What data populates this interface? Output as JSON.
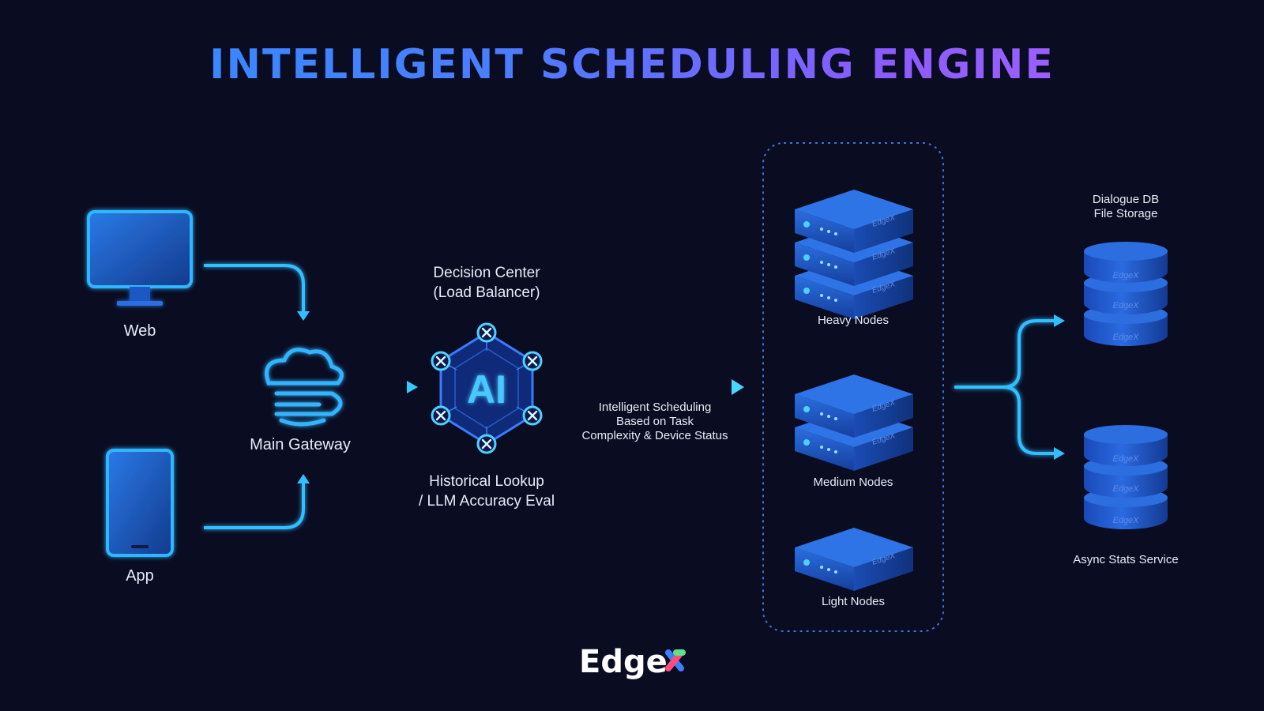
{
  "title": "INTELLIGENT SCHEDULING ENGINE",
  "clients": {
    "web": "Web",
    "app": "App"
  },
  "gateway": {
    "label": "Main Gateway"
  },
  "decision": {
    "top_line1": "Decision Center",
    "top_line2": "(Load Balancer)",
    "core": "AI",
    "bottom_line1": "Historical Lookup",
    "bottom_line2": "/ LLM Accuracy Eval"
  },
  "scheduling_note": {
    "line1": "Intelligent Scheduling",
    "line2": "Based on Task",
    "line3": "Complexity & Device Status"
  },
  "nodes": {
    "heavy": "Heavy Nodes",
    "medium": "Medium Nodes",
    "light": "Light Nodes"
  },
  "server_brand": "EdgeX",
  "storage": {
    "top_line1": "Dialogue DB",
    "top_line2": "File Storage",
    "bottom": "Async Stats Service"
  },
  "brand": {
    "text": "Edge",
    "mark": "X"
  },
  "colors": {
    "background": "#0a0c22",
    "accent": "#27b7ff",
    "server": "#1f57c9"
  }
}
